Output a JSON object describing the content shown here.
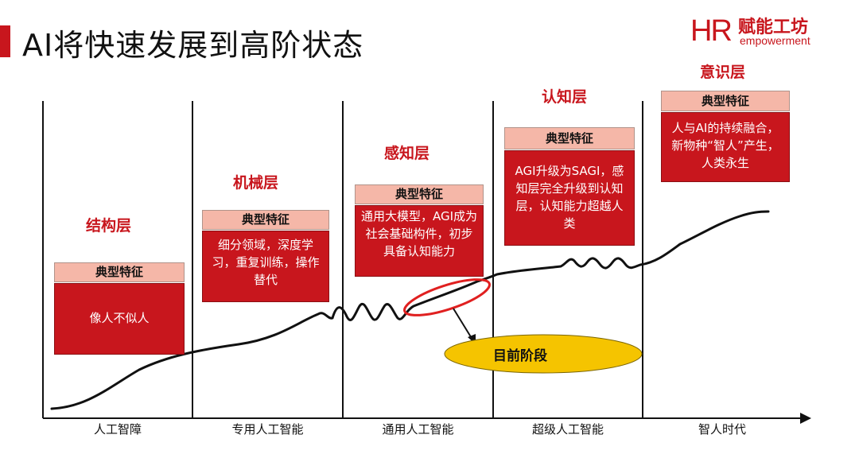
{
  "title": "AI将快速发展到高阶状态",
  "logo": {
    "mark": "HR",
    "name_cn": "赋能工坊",
    "name_en": "empowerment"
  },
  "feature_header": "典型特征",
  "layers": [
    {
      "title": "结构层",
      "features": "像人不似人"
    },
    {
      "title": "机械层",
      "features": "细分领域，深度学习，重复训练，操作替代"
    },
    {
      "title": "感知层",
      "features": "通用大模型，AGI成为社会基础构件，初步具备认知能力"
    },
    {
      "title": "认知层",
      "features": "AGI升级为SAGI，感知层完全升级到认知层，认知能力超越人类"
    },
    {
      "title": "意识层",
      "features": "人与AI的持续融合，新物种“智人”产生，人类永生"
    }
  ],
  "stages": [
    "人工智障",
    "专用人工智能",
    "通用人工智能",
    "超级人工智能",
    "智人时代"
  ],
  "current_stage": "目前阶段",
  "colors": {
    "accent": "#c8161d",
    "feature_header_bg": "#f5b7a8",
    "highlight": "#f5c400"
  }
}
